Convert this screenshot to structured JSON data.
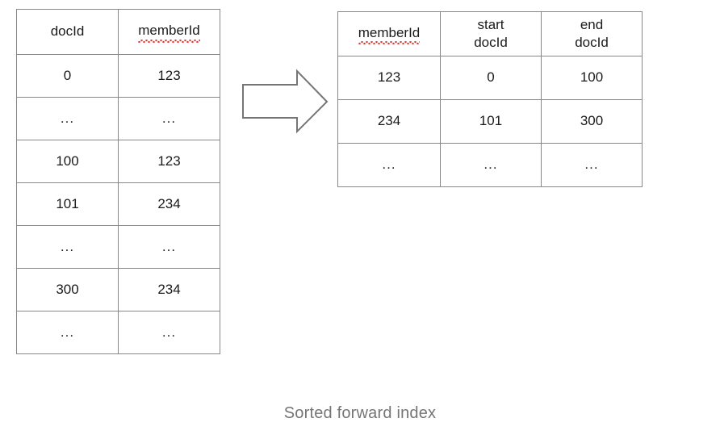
{
  "caption": "Sorted forward index",
  "arrow": {
    "name": "right-arrow-icon",
    "direction": "right",
    "stroke_color": "#757575",
    "fill_color": "#ffffff"
  },
  "colors": {
    "background": "#ffffff",
    "table_border": "#888888",
    "text": "#1a1a1a",
    "caption_text": "#757575",
    "spellcheck_underline": "#e53935"
  },
  "forward_table": {
    "name": "sorted-forward-index-table",
    "headers": [
      "docId",
      "memberId"
    ],
    "header_spellchecked": [
      false,
      true
    ],
    "rows": [
      [
        "0",
        "123"
      ],
      [
        "...",
        "..."
      ],
      [
        "100",
        "123"
      ],
      [
        "101",
        "234"
      ],
      [
        "...",
        "..."
      ],
      [
        "300",
        "234"
      ],
      [
        "...",
        "..."
      ]
    ]
  },
  "range_table": {
    "name": "member-docid-range-table",
    "headers": [
      {
        "lines": [
          "memberId"
        ],
        "spellchecked": true
      },
      {
        "lines": [
          "start",
          "docId"
        ],
        "spellchecked": false
      },
      {
        "lines": [
          "end",
          "docId"
        ],
        "spellchecked": false
      }
    ],
    "rows": [
      [
        "123",
        "0",
        "100"
      ],
      [
        "234",
        "101",
        "300"
      ],
      [
        "...",
        "...",
        "..."
      ]
    ]
  }
}
